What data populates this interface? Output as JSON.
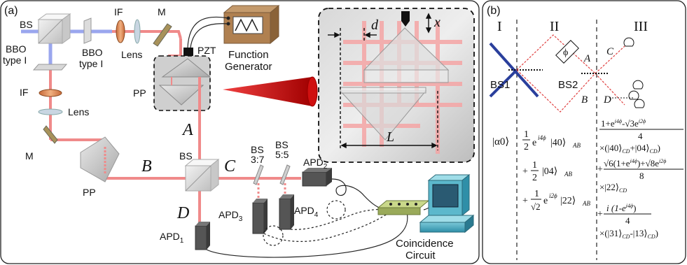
{
  "panel_a": {
    "tag": "(a)",
    "labels": {
      "bs_top": "BS",
      "if_top": "IF",
      "m_top": "M",
      "bbo1_line1": "BBO",
      "bbo1_line2": "type I",
      "bbo2_line1": "BBO",
      "bbo2_line2": "type I",
      "lens_top": "Lens",
      "pzt": "PZT",
      "fg_line1": "Function",
      "fg_line2": "Generator",
      "pp_top": "PP",
      "if_left": "IF",
      "lens_left": "Lens",
      "m_left": "M",
      "pp_left": "PP",
      "bs_mid": "BS",
      "bs37_line1": "BS",
      "bs37_line2": "3:7",
      "bs55_line1": "BS",
      "bs55_line2": "5:5",
      "cc_line1": "Coincidence",
      "cc_line2": "Circuit"
    },
    "modes": {
      "a": "A",
      "b": "B",
      "c": "C",
      "d": "D"
    },
    "apd": {
      "apd1": "1",
      "apd2": "2",
      "apd3": "3",
      "apd4": "4",
      "prefix": "APD"
    },
    "inset": {
      "d": "d",
      "x": "x",
      "L": "L"
    }
  },
  "panel_b": {
    "tag": "(b)",
    "regions": {
      "r1": "I",
      "r2": "II",
      "r3": "III"
    },
    "elements": {
      "bs1": "BS1",
      "bs2": "BS2",
      "phi": "ϕ"
    },
    "modes": {
      "a": "A",
      "b": "B",
      "c": "C",
      "d": "D"
    },
    "input_state": "|α0⟩",
    "col2": {
      "t1_coef_num": "1",
      "t1_coef_den": "2",
      "t1_phase": "e",
      "t1_exp": "i4ϕ",
      "t1_ket": "|40⟩",
      "t1_sub": "AB",
      "t2_plus": "+",
      "t2_num": "1",
      "t2_den": "2",
      "t2_ket": "|04⟩",
      "t2_sub": "AB",
      "t3_plus": "+",
      "t3_num": "1",
      "t3_den": "√2",
      "t3_phase": "e",
      "t3_exp": "i2ϕ",
      "t3_ket": "|22⟩",
      "t3_sub": "AB"
    },
    "col3": {
      "c1_num": "1+e^{i4ϕ}-√3e^{i2ϕ}",
      "c1_num_a": "1+e",
      "c1_num_a_exp": "i4ϕ",
      "c1_num_b": "-√3e",
      "c1_num_b_exp": "i2ϕ",
      "c1_den": "4",
      "c1_ket": "×(|40⟩",
      "c1_ket_sub": "CD",
      "c1_ket2": "+|04⟩",
      "c1_ket2_sub": "CD",
      "c1_close": ")",
      "c2_plus": "+",
      "c2_num_a": "√6(1+e",
      "c2_num_a_exp": "i4ϕ",
      "c2_num_b": ")+√8e",
      "c2_num_b_exp": "i2ϕ",
      "c2_den": "8",
      "c2_ket": "×|22⟩",
      "c2_ket_sub": "CD",
      "c3_plus": "+",
      "c3_num_a": "i (1-e",
      "c3_num_a_exp": "i4ϕ",
      "c3_num_close": ")",
      "c3_den": "4",
      "c3_ket": "×(|31⟩",
      "c3_ket_sub": "CD",
      "c3_ket2": "-|13⟩",
      "c3_ket2_sub": "CD",
      "c3_close": ")"
    }
  },
  "colors": {
    "beam": "#f08a8a",
    "bbo_beam": "#9aa6ee",
    "detector": "#555555",
    "dashed_red": "#e04040",
    "bs_blue": "#2a3f9c"
  }
}
